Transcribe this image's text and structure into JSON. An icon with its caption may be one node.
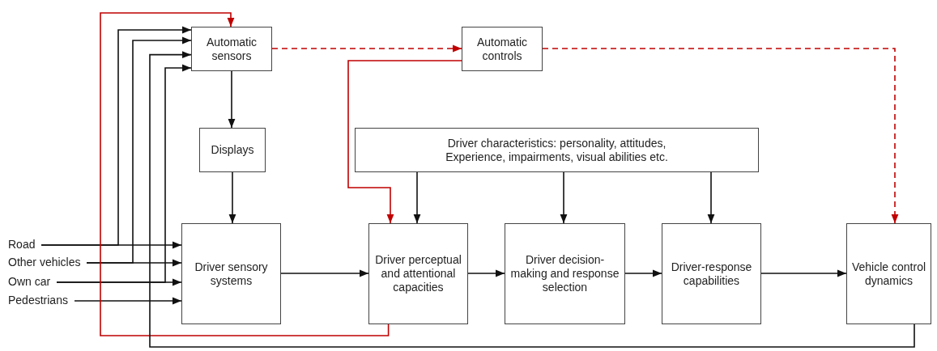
{
  "diagram": {
    "nodes": [
      {
        "text": [
          "Automatic sensors"
        ]
      },
      {
        "text": [
          "Automatic controls"
        ]
      },
      {
        "text": [
          "Displays"
        ]
      },
      {
        "text": [
          "Driver characteristics: personality, attitudes, Experience, impairments, visual abilities etc."
        ]
      },
      {
        "text": [
          "Road"
        ]
      },
      {
        "text": [
          "Other vehicles"
        ]
      },
      {
        "text": [
          "Own car"
        ]
      },
      {
        "text": [
          "Pedestrians"
        ]
      },
      {
        "text": [
          "Driver sensory systems"
        ]
      },
      {
        "text": [
          "Driver perceptual and attentional capacities"
        ]
      },
      {
        "text": [
          "Driver decision-making and response selection"
        ]
      },
      {
        "text": [
          "Driver-response capabilities"
        ]
      },
      {
        "text": [
          "Vehicle control dynamics"
        ]
      }
    ],
    "edges": [
      {
        "from": 4,
        "to": 8,
        "arrow": "to"
      },
      {
        "from": 4,
        "to": 0,
        "arrow": "to"
      },
      {
        "from": 5,
        "to": 8,
        "arrow": "to"
      },
      {
        "from": 5,
        "to": 0,
        "arrow": "to"
      },
      {
        "from": 6,
        "to": 8,
        "arrow": "to"
      },
      {
        "from": 6,
        "to": 0,
        "arrow": "to"
      },
      {
        "from": 7,
        "to": 8,
        "arrow": "to"
      },
      {
        "from": 0,
        "to": 2,
        "arrow": "to"
      },
      {
        "from": 2,
        "to": 8,
        "arrow": "to"
      },
      {
        "from": 8,
        "to": 9,
        "arrow": "to"
      },
      {
        "from": 9,
        "to": 10,
        "arrow": "to"
      },
      {
        "from": 10,
        "to": 11,
        "arrow": "to"
      },
      {
        "from": 11,
        "to": 12,
        "arrow": "to"
      },
      {
        "from": 3,
        "to": 9,
        "arrow": "to"
      },
      {
        "from": 3,
        "to": 10,
        "arrow": "to"
      },
      {
        "from": 3,
        "to": 11,
        "arrow": "to"
      },
      {
        "from": 0,
        "to": 1,
        "arrow": "to",
        "style": "dashed",
        "color": "#c00000"
      },
      {
        "from": 1,
        "to": 12,
        "arrow": "to",
        "style": "dashed",
        "color": "#c00000"
      },
      {
        "from": 1,
        "to": 9,
        "arrow": "to",
        "color": "#c00000"
      },
      {
        "from": 9,
        "to": 0,
        "arrow": "to",
        "color": "#c00000"
      },
      {
        "from": 12,
        "to": 0,
        "arrow": "to"
      }
    ]
  }
}
